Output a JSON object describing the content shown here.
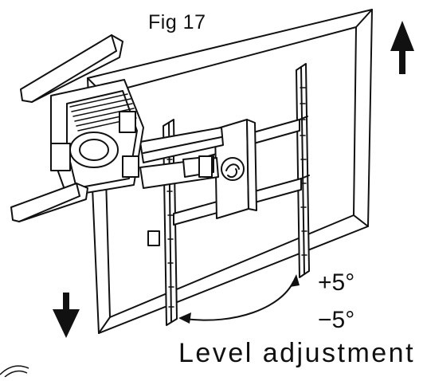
{
  "figure": {
    "label": "Fig 17",
    "caption": "Level adjustment",
    "tilt_up_label": "+5°",
    "tilt_down_label": "−5°",
    "arrow_up_icon": "arrow-up-icon",
    "arrow_down_icon": "arrow-down-icon"
  },
  "colors": {
    "ink": "#111111",
    "background": "#ffffff"
  }
}
